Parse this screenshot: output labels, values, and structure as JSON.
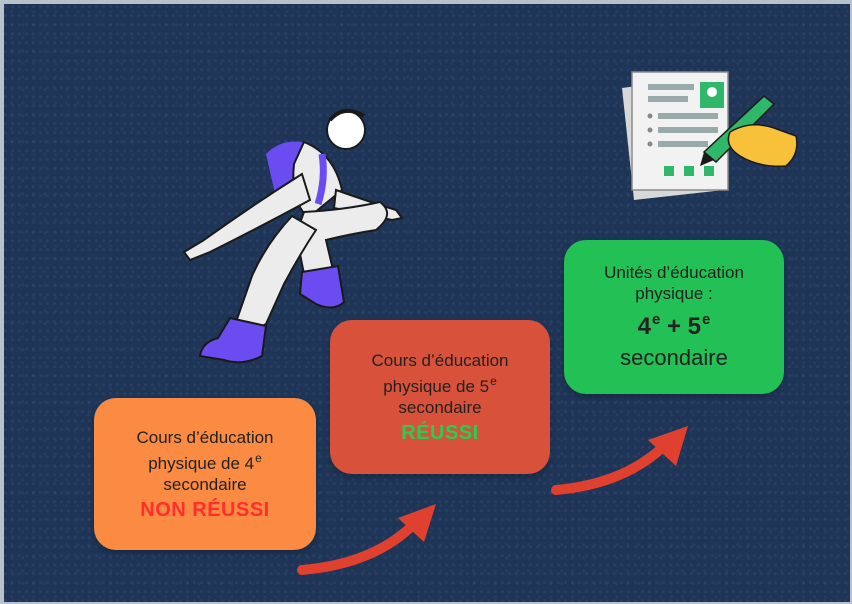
{
  "steps": [
    {
      "line1": "Cours d’éducation",
      "line2": "physique de 4",
      "sup": "e",
      "line3": "secondaire",
      "status": "NON RÉUSSI",
      "color": "#fb8a42",
      "status_color": "#ff2f2f"
    },
    {
      "line1": "Cours d’éducation",
      "line2": "physique de 5",
      "sup": "e",
      "line3": "secondaire",
      "status": "RÉUSSI",
      "color": "#d7513b",
      "status_color": "#24d050"
    },
    {
      "line1": "Unités d’éducation",
      "line2": "physique :",
      "num_a": "4",
      "sup_a": "e",
      "plus": " + ",
      "num_b": "5",
      "sup_b": "e",
      "line4": "secondaire",
      "color": "#22c055"
    }
  ],
  "icons": {
    "figure": "climbing-person-icon",
    "document": "signing-document-icon",
    "arrows": "red-curved-arrow-icon"
  },
  "colors": {
    "background": "#1e3558",
    "arrow": "#e0412f"
  }
}
